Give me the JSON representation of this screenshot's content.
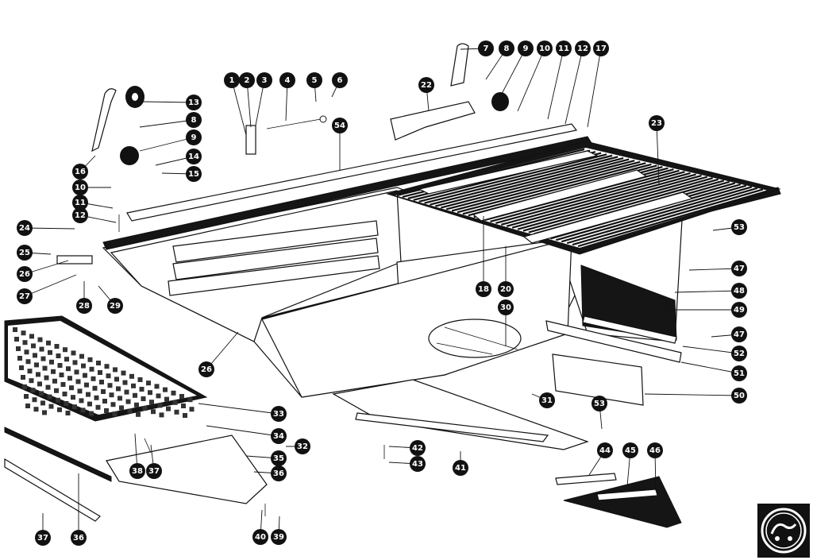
{
  "figure": {
    "type": "exploded-parts-diagram",
    "logo_icon": "manufacturer-logo-icon"
  },
  "callouts": [
    {
      "id": "c1",
      "label": "1"
    },
    {
      "id": "c2",
      "label": "2"
    },
    {
      "id": "c3",
      "label": "3"
    },
    {
      "id": "c4",
      "label": "4"
    },
    {
      "id": "c5",
      "label": "5"
    },
    {
      "id": "c6",
      "label": "6"
    },
    {
      "id": "c7",
      "label": "7"
    },
    {
      "id": "c8a",
      "label": "8"
    },
    {
      "id": "c9a",
      "label": "9"
    },
    {
      "id": "c10a",
      "label": "10"
    },
    {
      "id": "c11a",
      "label": "11"
    },
    {
      "id": "c12a",
      "label": "12"
    },
    {
      "id": "c17",
      "label": "17"
    },
    {
      "id": "c22",
      "label": "22"
    },
    {
      "id": "c23",
      "label": "23"
    },
    {
      "id": "c54",
      "label": "54"
    },
    {
      "id": "c13",
      "label": "13"
    },
    {
      "id": "c8b",
      "label": "8"
    },
    {
      "id": "c9b",
      "label": "9"
    },
    {
      "id": "c14",
      "label": "14"
    },
    {
      "id": "c15",
      "label": "15"
    },
    {
      "id": "c16",
      "label": "16"
    },
    {
      "id": "c10b",
      "label": "10"
    },
    {
      "id": "c11b",
      "label": "11"
    },
    {
      "id": "c12b",
      "label": "12"
    },
    {
      "id": "c24",
      "label": "24"
    },
    {
      "id": "c25",
      "label": "25"
    },
    {
      "id": "c26a",
      "label": "26"
    },
    {
      "id": "c27",
      "label": "27"
    },
    {
      "id": "c28",
      "label": "28"
    },
    {
      "id": "c29",
      "label": "29"
    },
    {
      "id": "c18",
      "label": "18"
    },
    {
      "id": "c20",
      "label": "20"
    },
    {
      "id": "c30",
      "label": "30"
    },
    {
      "id": "c26b",
      "label": "26"
    },
    {
      "id": "c53a",
      "label": "53"
    },
    {
      "id": "c47a",
      "label": "47"
    },
    {
      "id": "c48",
      "label": "48"
    },
    {
      "id": "c49",
      "label": "49"
    },
    {
      "id": "c47b",
      "label": "47"
    },
    {
      "id": "c52",
      "label": "52"
    },
    {
      "id": "c51",
      "label": "51"
    },
    {
      "id": "c50",
      "label": "50"
    },
    {
      "id": "c31",
      "label": "31"
    },
    {
      "id": "c53b",
      "label": "53"
    },
    {
      "id": "c33",
      "label": "33"
    },
    {
      "id": "c34",
      "label": "34"
    },
    {
      "id": "c32",
      "label": "32"
    },
    {
      "id": "c35",
      "label": "35"
    },
    {
      "id": "c36a",
      "label": "36"
    },
    {
      "id": "c38",
      "label": "38"
    },
    {
      "id": "c37a",
      "label": "37"
    },
    {
      "id": "c42",
      "label": "42"
    },
    {
      "id": "c43",
      "label": "43"
    },
    {
      "id": "c41",
      "label": "41"
    },
    {
      "id": "c44",
      "label": "44"
    },
    {
      "id": "c45",
      "label": "45"
    },
    {
      "id": "c46",
      "label": "46"
    },
    {
      "id": "c40",
      "label": "40"
    },
    {
      "id": "c39",
      "label": "39"
    },
    {
      "id": "c37b",
      "label": "37"
    },
    {
      "id": "c36b",
      "label": "36"
    }
  ]
}
